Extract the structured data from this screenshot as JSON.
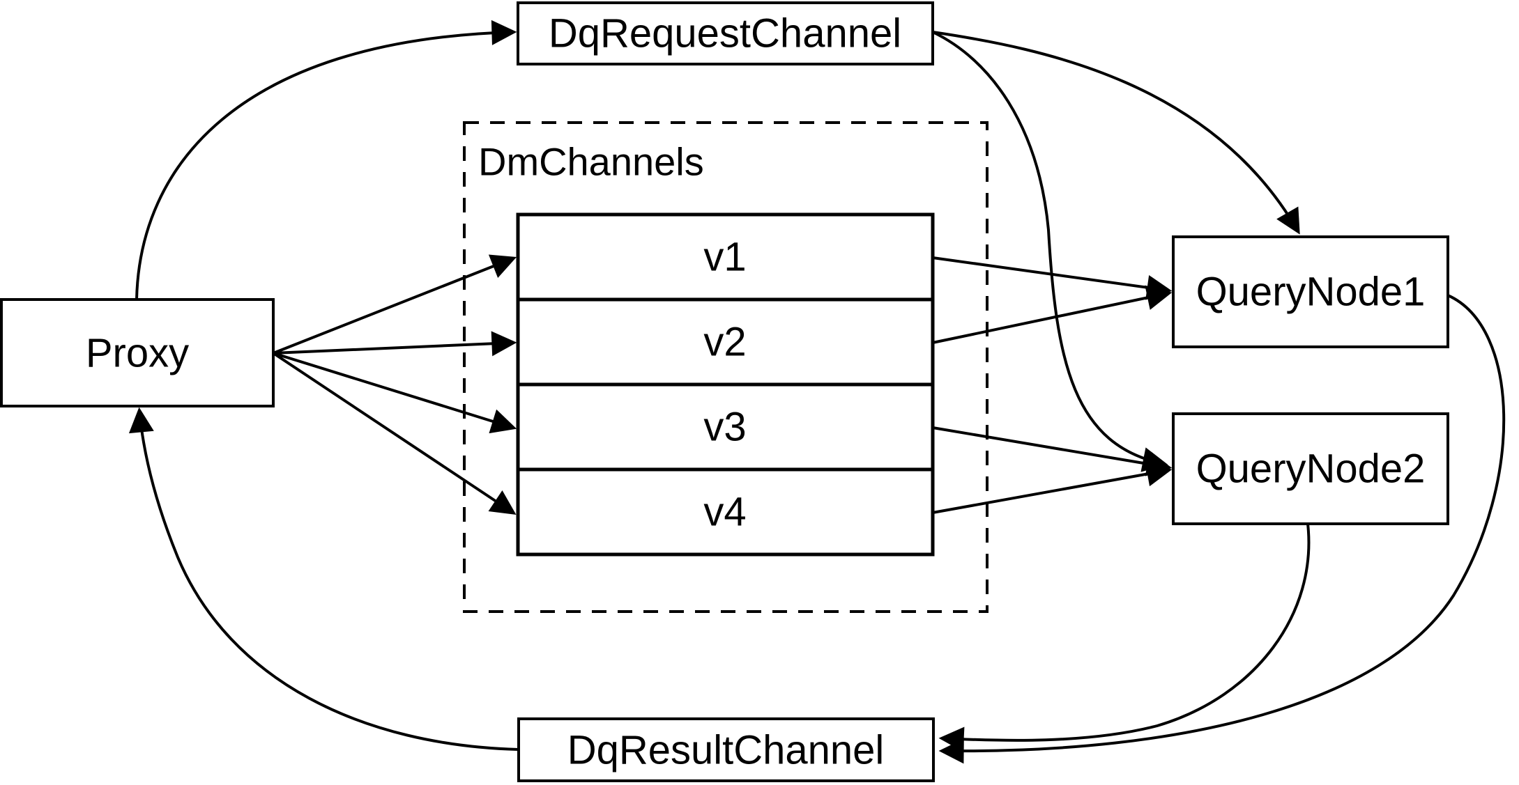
{
  "diagram": {
    "title": "Query channel flow diagram",
    "colors": {
      "background": "#ffffff",
      "stroke": "#000000",
      "text": "#000000"
    },
    "nodes": {
      "proxy": {
        "label": "Proxy"
      },
      "dq_request_channel": {
        "label": "DqRequestChannel"
      },
      "dm_channels": {
        "label": "DmChannels",
        "channels": [
          {
            "label": "v1"
          },
          {
            "label": "v2"
          },
          {
            "label": "v3"
          },
          {
            "label": "v4"
          }
        ]
      },
      "query_node_1": {
        "label": "QueryNode1"
      },
      "query_node_2": {
        "label": "QueryNode2"
      },
      "dq_result_channel": {
        "label": "DqResultChannel"
      }
    },
    "edges": [
      {
        "from": "Proxy",
        "to": "DqRequestChannel"
      },
      {
        "from": "DqRequestChannel",
        "to": "QueryNode1"
      },
      {
        "from": "DqRequestChannel",
        "to": "QueryNode2"
      },
      {
        "from": "Proxy",
        "to": "v1"
      },
      {
        "from": "Proxy",
        "to": "v2"
      },
      {
        "from": "Proxy",
        "to": "v3"
      },
      {
        "from": "Proxy",
        "to": "v4"
      },
      {
        "from": "v1",
        "to": "QueryNode1"
      },
      {
        "from": "v2",
        "to": "QueryNode1"
      },
      {
        "from": "v3",
        "to": "QueryNode2"
      },
      {
        "from": "v4",
        "to": "QueryNode2"
      },
      {
        "from": "QueryNode1",
        "to": "DqResultChannel"
      },
      {
        "from": "QueryNode2",
        "to": "DqResultChannel"
      },
      {
        "from": "DqResultChannel",
        "to": "Proxy"
      }
    ]
  }
}
